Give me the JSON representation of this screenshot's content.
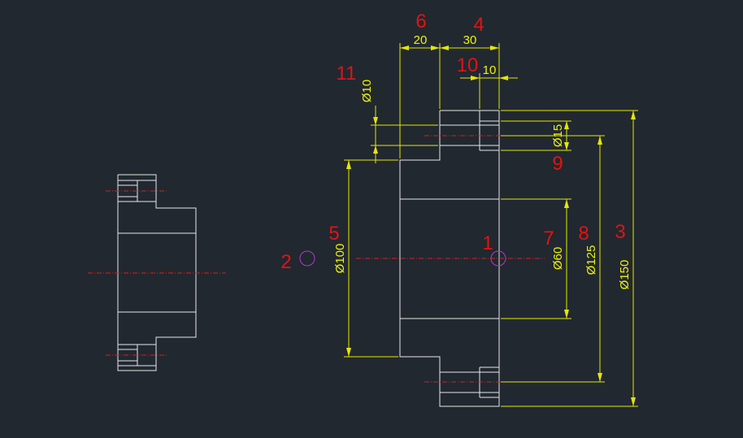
{
  "colors": {
    "background": "#212830",
    "geometry": "#e8e8e8",
    "dimension": "#e6e600",
    "centerline": "#d42020",
    "callout": "#e01414",
    "marker": "#b03cc8"
  },
  "dimensions": {
    "d150": "Ø150",
    "d125": "Ø125",
    "d100": "Ø100",
    "d60": "Ø60",
    "d15": "Ø15",
    "d10": "Ø10",
    "len20": "20",
    "len30": "30",
    "len10": "10"
  },
  "callouts": {
    "c1": "1",
    "c2": "2",
    "c3": "3",
    "c4": "4",
    "c5": "5",
    "c6": "6",
    "c7": "7",
    "c8": "8",
    "c9": "9",
    "c10": "10",
    "c11": "11"
  }
}
